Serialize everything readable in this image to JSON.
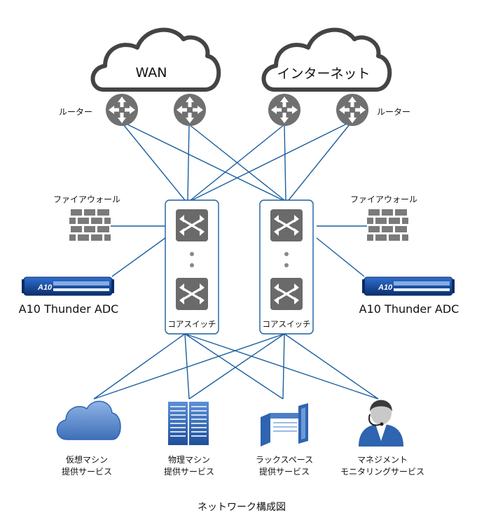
{
  "clouds": {
    "wan_label": "WAN",
    "internet_label": "インターネット"
  },
  "routers": {
    "label_left": "ルーター",
    "label_right": "ルーター"
  },
  "firewalls": {
    "label_left": "ファイアウォール",
    "label_right": "ファイアウォール"
  },
  "adc": {
    "left_label": "A10 Thunder ADC",
    "right_label": "A10 Thunder ADC",
    "logo_left": "A10",
    "logo_right": "A10"
  },
  "core_switches": {
    "left_label": "コアスイッチ",
    "right_label": "コアスイッチ"
  },
  "services": {
    "virtual_line1": "仮想マシン",
    "virtual_line2": "提供サービス",
    "physical_line1": "物理マシン",
    "physical_line2": "提供サービス",
    "rack_line1": "ラックスペース",
    "rack_line2": "提供サービス",
    "managed_line1": "マネジメント",
    "managed_line2": "モニタリングサービス"
  },
  "caption": "ネットワーク構成図",
  "colors": {
    "line": "#1a5fa0",
    "cloud_stroke": "#444444",
    "device_fill": "#6f6f6f",
    "adc_fill": "#103f8c",
    "service_blue": "#2e64b0"
  }
}
